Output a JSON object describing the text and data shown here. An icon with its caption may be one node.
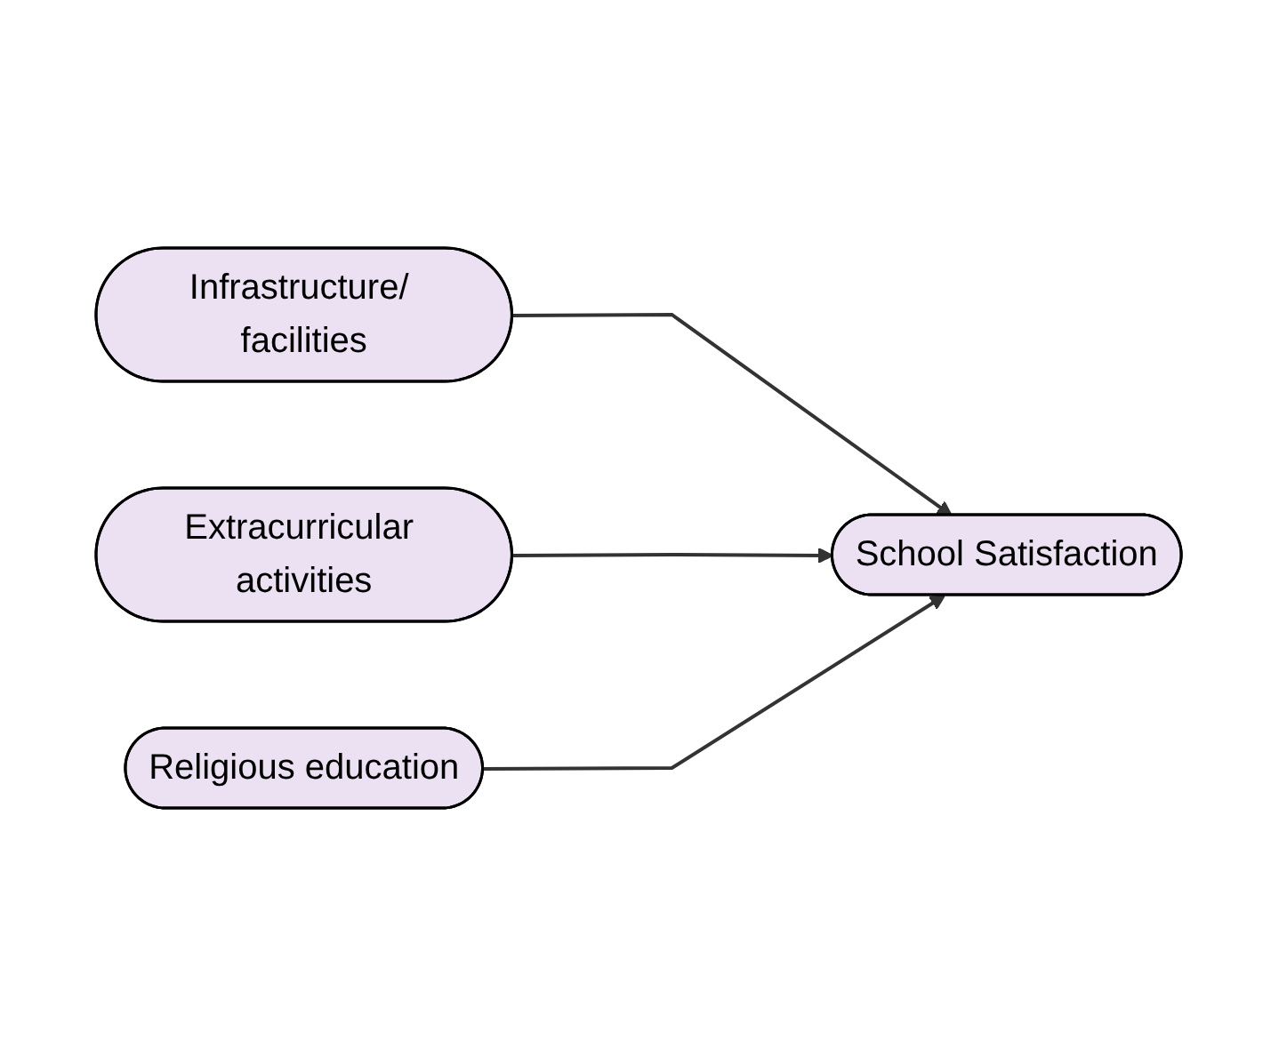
{
  "diagram": {
    "nodes": [
      {
        "text": [
          "Infrastructure/ facilities"
        ]
      },
      {
        "text": [
          "Extracurricular activities"
        ]
      },
      {
        "text": [
          "Religious education"
        ]
      },
      {
        "text": [
          "School Satisfaction"
        ]
      }
    ],
    "edges": [
      {
        "from": 0,
        "to": 3,
        "arrow": "to"
      },
      {
        "from": 1,
        "to": 3,
        "arrow": "to"
      },
      {
        "from": 2,
        "to": 3,
        "arrow": "to"
      }
    ]
  }
}
